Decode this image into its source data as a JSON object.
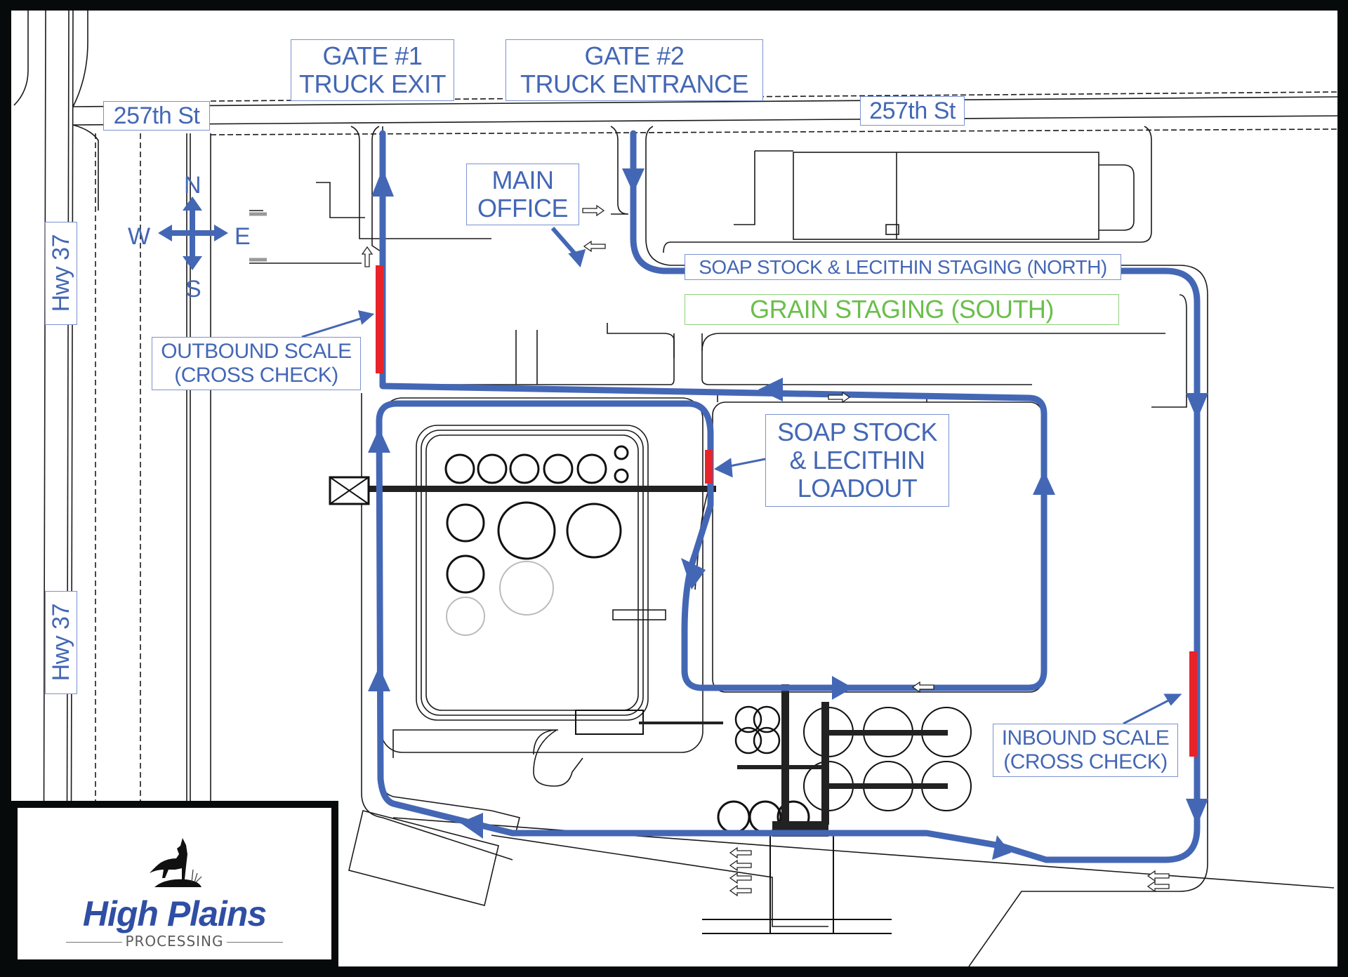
{
  "map": {
    "title": "High Plains Processing Site Traffic Map",
    "colors": {
      "route": "#4467b5",
      "scale": "#e8232a",
      "label_text": "#4467b5",
      "label_border": "#7b92cf",
      "grain_staging": "#6abf4b",
      "frame": "#060a0a",
      "linework": "#1a1a1a"
    }
  },
  "labels": {
    "gate1": {
      "line1": "GATE #1",
      "line2": "TRUCK EXIT"
    },
    "gate2": {
      "line1": "GATE #2",
      "line2": "TRUCK ENTRANCE"
    },
    "street_west": "257th St",
    "street_east": "257th St",
    "hwy_north": "Hwy 37",
    "hwy_south": "Hwy 37",
    "main_office": {
      "line1": "MAIN",
      "line2": "OFFICE"
    },
    "soap_staging_north": "SOAP STOCK & LECITHIN STAGING (NORTH)",
    "grain_staging_south": "GRAIN STAGING (SOUTH)",
    "outbound_scale": {
      "line1": "OUTBOUND SCALE",
      "line2": "(CROSS CHECK)"
    },
    "inbound_scale": {
      "line1": "INBOUND SCALE",
      "line2": "(CROSS CHECK)"
    },
    "soap_loadout": {
      "line1": "SOAP STOCK",
      "line2": "& LECITHIN",
      "line3": "LOADOUT"
    }
  },
  "compass": {
    "north": "N",
    "south": "S",
    "east": "E",
    "west": "W",
    "icon": "compass-rose-icon"
  },
  "logo": {
    "name": "High Plains",
    "subtitle": "PROCESSING",
    "icon": "howling-coyote-icon"
  }
}
